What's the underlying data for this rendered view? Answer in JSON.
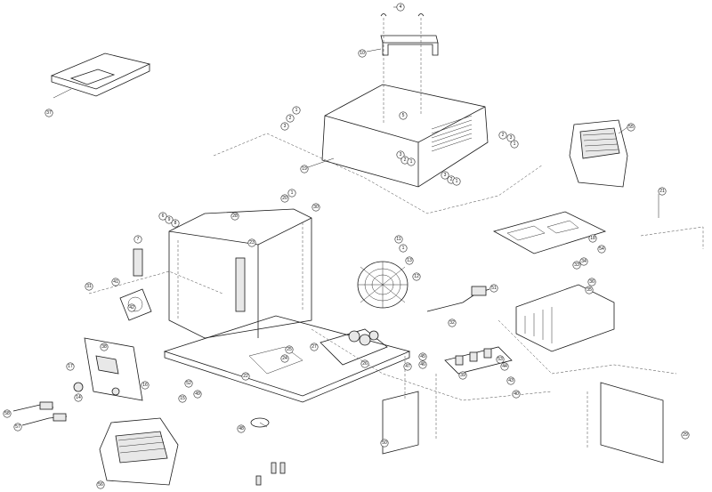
{
  "callouts": [
    {
      "id": "c-top-1",
      "label": "4"
    },
    {
      "id": "c-top-2",
      "label": "10"
    },
    {
      "id": "c-37",
      "label": "37"
    },
    {
      "id": "c-5",
      "label": "5"
    },
    {
      "id": "c-1a",
      "label": "1"
    },
    {
      "id": "c-2a",
      "label": "2"
    },
    {
      "id": "c-3a",
      "label": "3"
    },
    {
      "id": "c-19",
      "label": "19"
    },
    {
      "id": "c-3b",
      "label": "3"
    },
    {
      "id": "c-2b",
      "label": "2"
    },
    {
      "id": "c-1b",
      "label": "1"
    },
    {
      "id": "c-3c",
      "label": "3"
    },
    {
      "id": "c-2c",
      "label": "2"
    },
    {
      "id": "c-1c",
      "label": "1"
    },
    {
      "id": "c-2d",
      "label": "2"
    },
    {
      "id": "c-3d",
      "label": "3"
    },
    {
      "id": "c-1d",
      "label": "1"
    },
    {
      "id": "c-55",
      "label": "55"
    },
    {
      "id": "c-1e",
      "label": "1"
    },
    {
      "id": "c-20",
      "label": "20"
    },
    {
      "id": "c-30",
      "label": "30"
    },
    {
      "id": "c-28",
      "label": "28"
    },
    {
      "id": "c-6",
      "label": "6"
    },
    {
      "id": "c-9",
      "label": "9"
    },
    {
      "id": "c-8",
      "label": "8"
    },
    {
      "id": "c-7",
      "label": "7"
    },
    {
      "id": "c-23",
      "label": "23"
    },
    {
      "id": "c-31",
      "label": "31"
    },
    {
      "id": "c-41",
      "label": "41"
    },
    {
      "id": "c-42",
      "label": "42"
    },
    {
      "id": "c-11",
      "label": "11"
    },
    {
      "id": "c-1f",
      "label": "1"
    },
    {
      "id": "c-13",
      "label": "13"
    },
    {
      "id": "c-12",
      "label": "12"
    },
    {
      "id": "c-51",
      "label": "51"
    },
    {
      "id": "c-32",
      "label": "32"
    },
    {
      "id": "c-21",
      "label": "21"
    },
    {
      "id": "c-22",
      "label": "22"
    },
    {
      "id": "c-25",
      "label": "25"
    },
    {
      "id": "c-24",
      "label": "24"
    },
    {
      "id": "c-26",
      "label": "26"
    },
    {
      "id": "c-27",
      "label": "27"
    },
    {
      "id": "c-38",
      "label": "38"
    },
    {
      "id": "c-17",
      "label": "17"
    },
    {
      "id": "c-16",
      "label": "16"
    },
    {
      "id": "c-14",
      "label": "14"
    },
    {
      "id": "c-15",
      "label": "15"
    },
    {
      "id": "c-52",
      "label": "52"
    },
    {
      "id": "c-49",
      "label": "49"
    },
    {
      "id": "c-45",
      "label": "45"
    },
    {
      "id": "c-46",
      "label": "46"
    },
    {
      "id": "c-47",
      "label": "47"
    },
    {
      "id": "c-53",
      "label": "53"
    },
    {
      "id": "c-43",
      "label": "43"
    },
    {
      "id": "c-44",
      "label": "44"
    },
    {
      "id": "c-39",
      "label": "39"
    },
    {
      "id": "c-40",
      "label": "40"
    },
    {
      "id": "c-54",
      "label": "54"
    },
    {
      "id": "c-18",
      "label": "18"
    },
    {
      "id": "c-33",
      "label": "33"
    },
    {
      "id": "c-34",
      "label": "34"
    },
    {
      "id": "c-35",
      "label": "35"
    },
    {
      "id": "c-36",
      "label": "36"
    },
    {
      "id": "c-29",
      "label": "29"
    },
    {
      "id": "c-48",
      "label": "48"
    },
    {
      "id": "c-50",
      "label": "50"
    },
    {
      "id": "c-56",
      "label": "56"
    },
    {
      "id": "c-57",
      "label": "57"
    },
    {
      "id": "c-58",
      "label": "58"
    }
  ]
}
